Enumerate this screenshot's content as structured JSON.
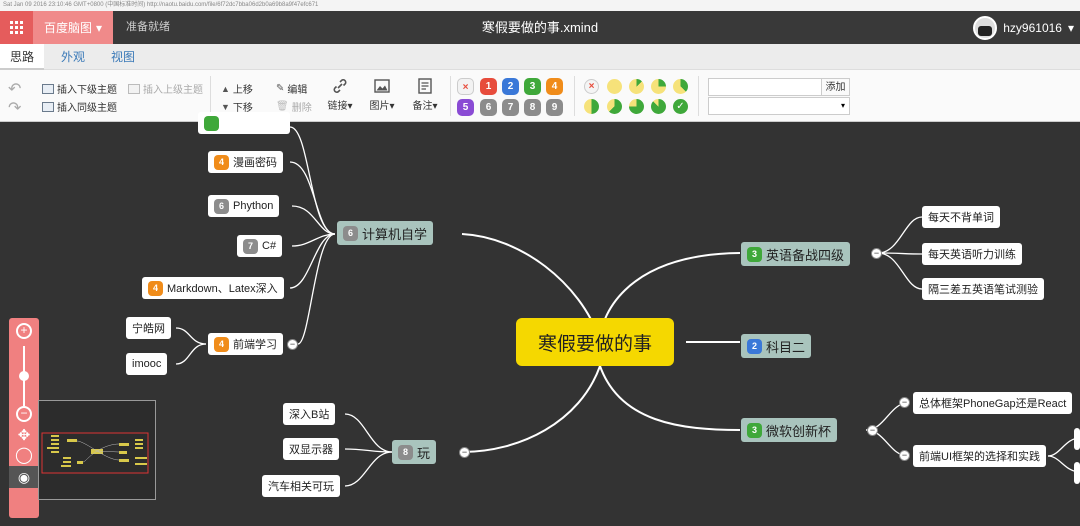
{
  "browser_status": "Sat Jan 09 2016 23:10:46 GMT+0800 (中国标准时间) http://naotu.baidu.com/file/6f72dc7bba06d2b0a69b8a9f47efc671",
  "topbar": {
    "brand": "百度脑图",
    "brand_caret": "▾",
    "save_status": "准备就绪",
    "doc_title": "寒假要做的事.xmind",
    "username": "hzy961016",
    "user_caret": "▾"
  },
  "tabs": [
    {
      "label": "思路",
      "active": true
    },
    {
      "label": "外观",
      "active": false
    },
    {
      "label": "视图",
      "active": false
    }
  ],
  "toolbar": {
    "undo": "↶",
    "redo": "↷",
    "insert_child": "插入下级主题",
    "insert_parent": "插入上级主题",
    "insert_sibling": "插入同级主题",
    "move_up": "上移",
    "move_down": "下移",
    "edit": "编辑",
    "delete": "删除",
    "link": "链接",
    "image": "图片",
    "note": "备注",
    "dropdown_caret": "▾",
    "add_button": "添加",
    "priority_clear": "×",
    "priorities": [
      "1",
      "2",
      "3",
      "4",
      "5",
      "6",
      "7",
      "8",
      "9"
    ],
    "progress_clear": "×",
    "progress_done": "✓"
  },
  "colors": {
    "brand": "#e55c5c",
    "priority": [
      "#e74c3c",
      "#3a78d8",
      "#3fa83a",
      "#f08c1a",
      "#8a4bd4",
      "#8c8c8c",
      "#8c8c8c",
      "#8c8c8c",
      "#8c8c8c"
    ]
  },
  "mindmap": {
    "root": "寒假要做的事",
    "branches": {
      "cs": {
        "label": "计算机自学",
        "priority": "6"
      },
      "cet4": {
        "label": "英语备战四级",
        "priority": "3"
      },
      "subject2": {
        "label": "科目二",
        "priority": "2"
      },
      "microsoft": {
        "label": "微软创新杯",
        "priority": "3"
      },
      "play": {
        "label": "玩",
        "priority": "8"
      }
    },
    "cs_children": [
      {
        "label": "漫画密码",
        "priority": "4"
      },
      {
        "label": "Phython",
        "priority": "6"
      },
      {
        "label": "C#",
        "priority": "7"
      },
      {
        "label": "Markdown、Latex深入",
        "priority": "4"
      },
      {
        "label": "前端学习",
        "priority": "4"
      }
    ],
    "frontend_children": [
      "宁皓网",
      "imooc"
    ],
    "cet4_children": [
      "每天不背单词",
      "每天英语听力训练",
      "隔三差五英语笔试测验"
    ],
    "microsoft_children": [
      "总体框架PhoneGap还是React",
      "前端UI框架的选择和实践"
    ],
    "play_children": [
      "深入B站",
      "双显示器",
      "汽车相关可玩"
    ],
    "collapse_symbol": "−"
  },
  "zoom": {
    "in": "+",
    "out": "−",
    "move": "✥",
    "locate": "◯",
    "eye": "◉"
  }
}
